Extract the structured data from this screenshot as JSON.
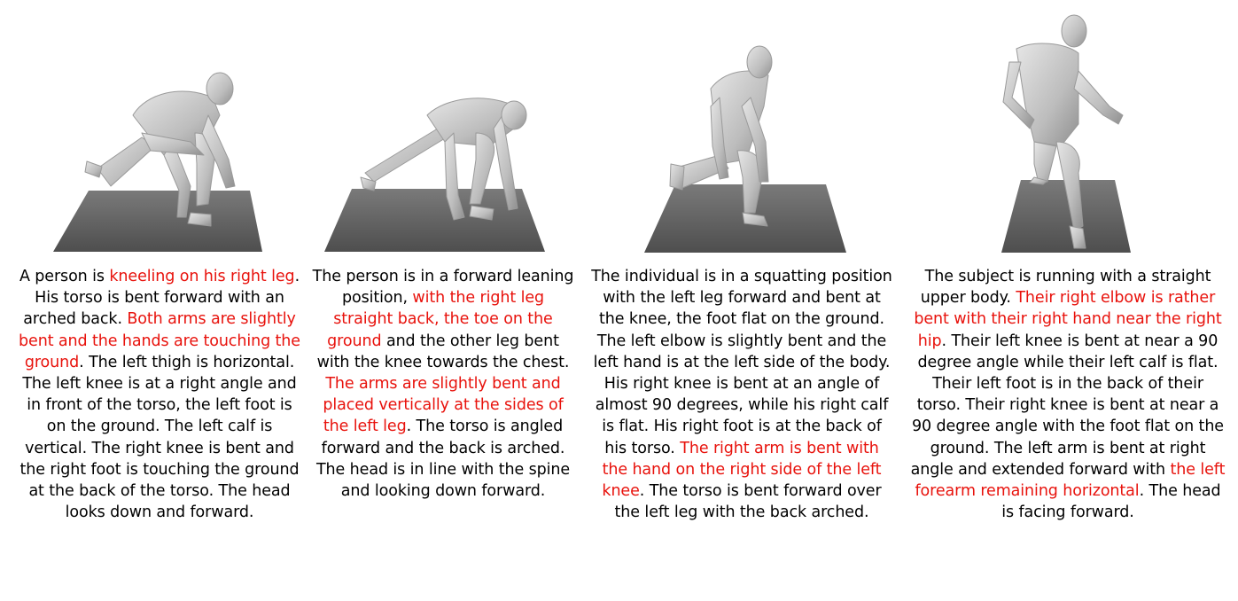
{
  "panels": [
    {
      "id": "kneeling",
      "caption": [
        {
          "text": "A person is ",
          "highlight": false
        },
        {
          "text": "kneeling on his right leg",
          "highlight": true
        },
        {
          "text": ". His torso is bent forward with an arched back. ",
          "highlight": false
        },
        {
          "text": "Both arms are slightly bent and the hands are touching the ground",
          "highlight": true
        },
        {
          "text": ". The left thigh is horizontal. The left knee is at a right angle and in front of the torso, the left foot is on the ground. The left calf is vertical. The right knee is bent and the right foot is touching the ground at the back of the torso. The head looks down and forward.",
          "highlight": false
        }
      ]
    },
    {
      "id": "forward-leaning",
      "caption": [
        {
          "text": "The person is in a forward leaning position, ",
          "highlight": false
        },
        {
          "text": "with the right leg straight back, the toe on the ground",
          "highlight": true
        },
        {
          "text": " and the other leg bent with the knee towards the chest. ",
          "highlight": false
        },
        {
          "text": "The arms are slightly bent and placed vertically at the sides of the left leg",
          "highlight": true
        },
        {
          "text": ". The torso is angled forward and the back is arched. The head is in line with the spine and looking down forward.",
          "highlight": false
        }
      ]
    },
    {
      "id": "squatting",
      "caption": [
        {
          "text": "The individual is in a squatting position with the left leg forward and bent at the knee, the foot flat on the ground. The left elbow is slightly bent and the left hand is at the left side of the body. His right knee is bent at an angle of almost 90 degrees, while his right calf is flat. His right foot is at the back of his torso. ",
          "highlight": false
        },
        {
          "text": "The right arm is bent with the hand on the right side of the left knee",
          "highlight": true
        },
        {
          "text": ". The torso is bent forward over the left leg with the back arched.",
          "highlight": false
        }
      ]
    },
    {
      "id": "running",
      "caption": [
        {
          "text": "The subject is running with a straight upper body. ",
          "highlight": false
        },
        {
          "text": "Their right elbow is rather bent with their right hand near the right hip",
          "highlight": true
        },
        {
          "text": ". Their left knee is bent at near a 90 degree angle while their left calf is flat. Their left foot is in the back of their torso. Their right knee is bent at near a 90 degree angle with the foot flat on the ground. The left arm is bent at right angle and extended forward with ",
          "highlight": false
        },
        {
          "text": "the left forearm remaining horizontal",
          "highlight": true
        },
        {
          "text": ". The head is facing forward.",
          "highlight": false
        }
      ]
    }
  ]
}
